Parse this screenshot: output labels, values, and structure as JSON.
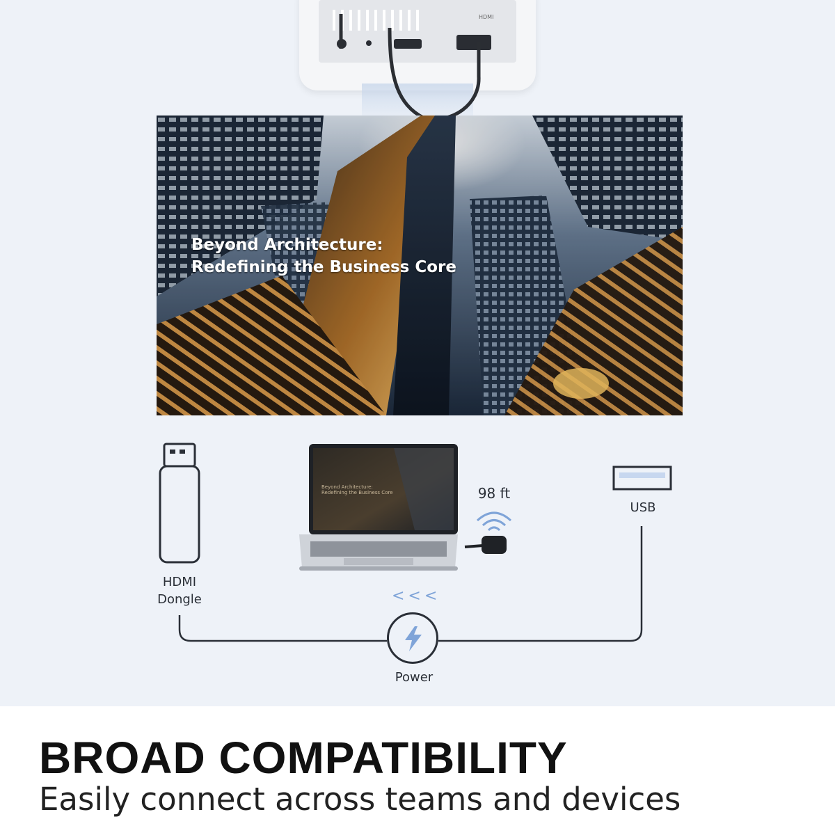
{
  "projector": {
    "port_label": "HDMI"
  },
  "screen": {
    "title_line1": "Beyond Architecture:",
    "title_line2": "Redefining the Business Core"
  },
  "devices": {
    "hdmi_dongle_label_line1": "HDMI",
    "hdmi_dongle_label_line2": "Dongle",
    "wireless_range": "98 ft",
    "usb_label": "USB",
    "direction_glyphs": "<<<",
    "power_label": "Power"
  },
  "footer": {
    "headline": "BROAD COMPATIBILITY",
    "subline": "Easily connect across teams and devices"
  },
  "colors": {
    "background": "#eef2f8",
    "line": "#2a2f37",
    "accent_blue": "#7fa4d8",
    "headline": "#111111"
  },
  "icons": [
    "hdmi-dongle-icon",
    "laptop-icon",
    "wifi-icon",
    "wireless-transmitter-icon",
    "usb-port-icon",
    "lightning-icon"
  ]
}
